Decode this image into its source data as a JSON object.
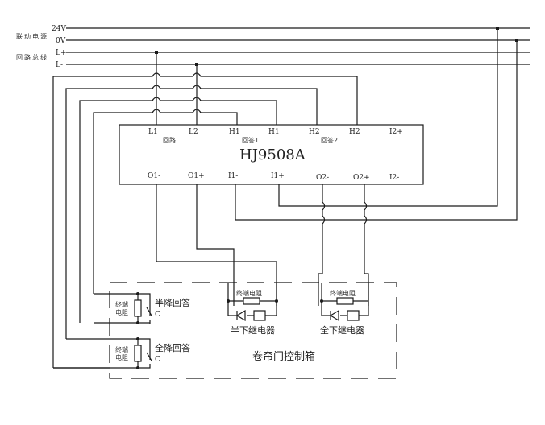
{
  "bus": {
    "group_power": "联动电源",
    "group_loop": "回路总线",
    "lines": [
      "24V",
      "0V",
      "L+",
      "L-"
    ]
  },
  "module": {
    "model": "HJ9508A",
    "top_terminals": [
      "L1",
      "L2",
      "H1",
      "H1",
      "H2",
      "H2",
      "I2+"
    ],
    "bottom_terminals": [
      "O1-",
      "O1+",
      "I1-",
      "I1+",
      "O2-",
      "O2+",
      "I2-"
    ],
    "group_loop": "回路",
    "group_feedback1": "回答1",
    "group_feedback2": "回答2"
  },
  "cabinet": {
    "label": "卷帘门控制箱",
    "resistor_label": "终端电阻",
    "resistor_label_line1": "终端",
    "resistor_label_line2": "电阻",
    "half_feedback": "半降回答",
    "full_feedback": "全降回答",
    "contact": "C",
    "half_relay": "半下继电器",
    "full_relay": "全下继电器"
  }
}
